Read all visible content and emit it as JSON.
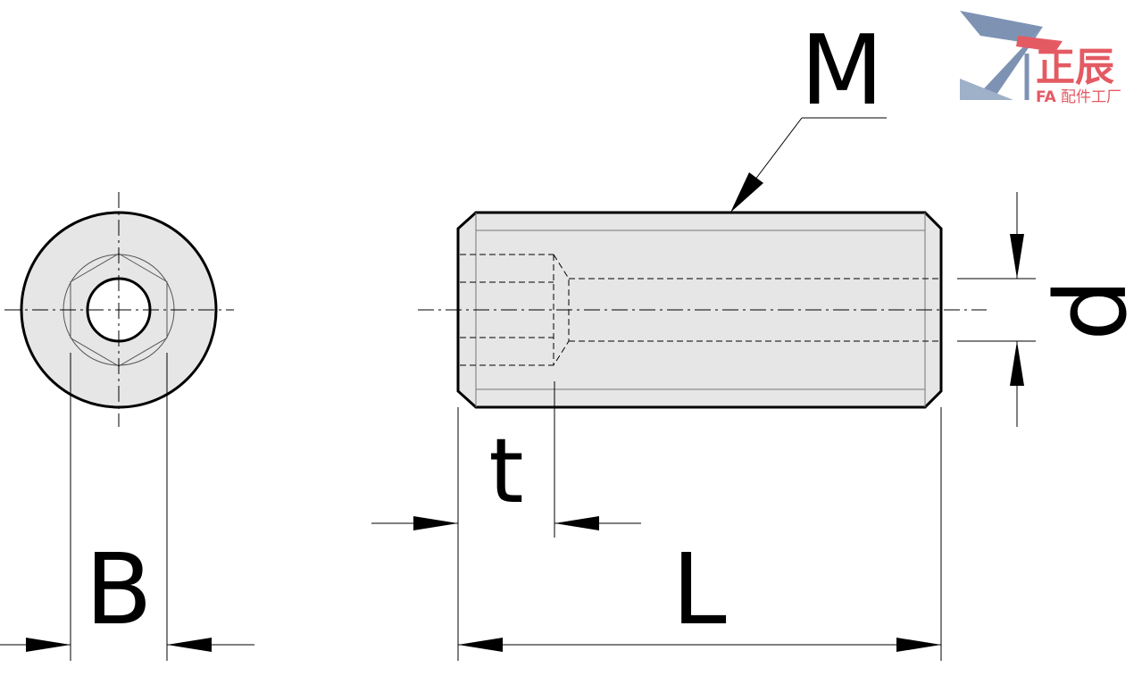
{
  "labels": {
    "M": "M",
    "d": "d",
    "t": "t",
    "L": "L",
    "B": "B"
  },
  "logo": {
    "mark": "ZT",
    "brand": "正辰",
    "fa": "FA",
    "subtitle": "配件工厂"
  },
  "colors": {
    "part_fill": "#e6e6e6",
    "line": "#000000",
    "logo_red": "#e45a63",
    "logo_grey": "#7e93b3"
  }
}
